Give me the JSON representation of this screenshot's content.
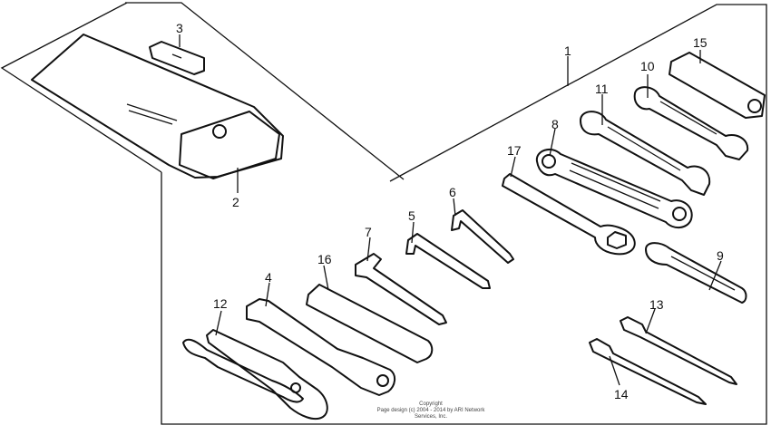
{
  "callouts": {
    "c1": "1",
    "c2": "2",
    "c3": "3",
    "c4": "4",
    "c5": "5",
    "c6": "6",
    "c7": "7",
    "c8": "8",
    "c9": "9",
    "c10": "10",
    "c11": "11",
    "c12": "12",
    "c13": "13",
    "c14": "14",
    "c15": "15",
    "c16": "16",
    "c17": "17"
  },
  "copyright": {
    "line1": "Copyright",
    "line2": "Page design (c) 2004 - 2014 by ARI Network Services, Inc."
  }
}
